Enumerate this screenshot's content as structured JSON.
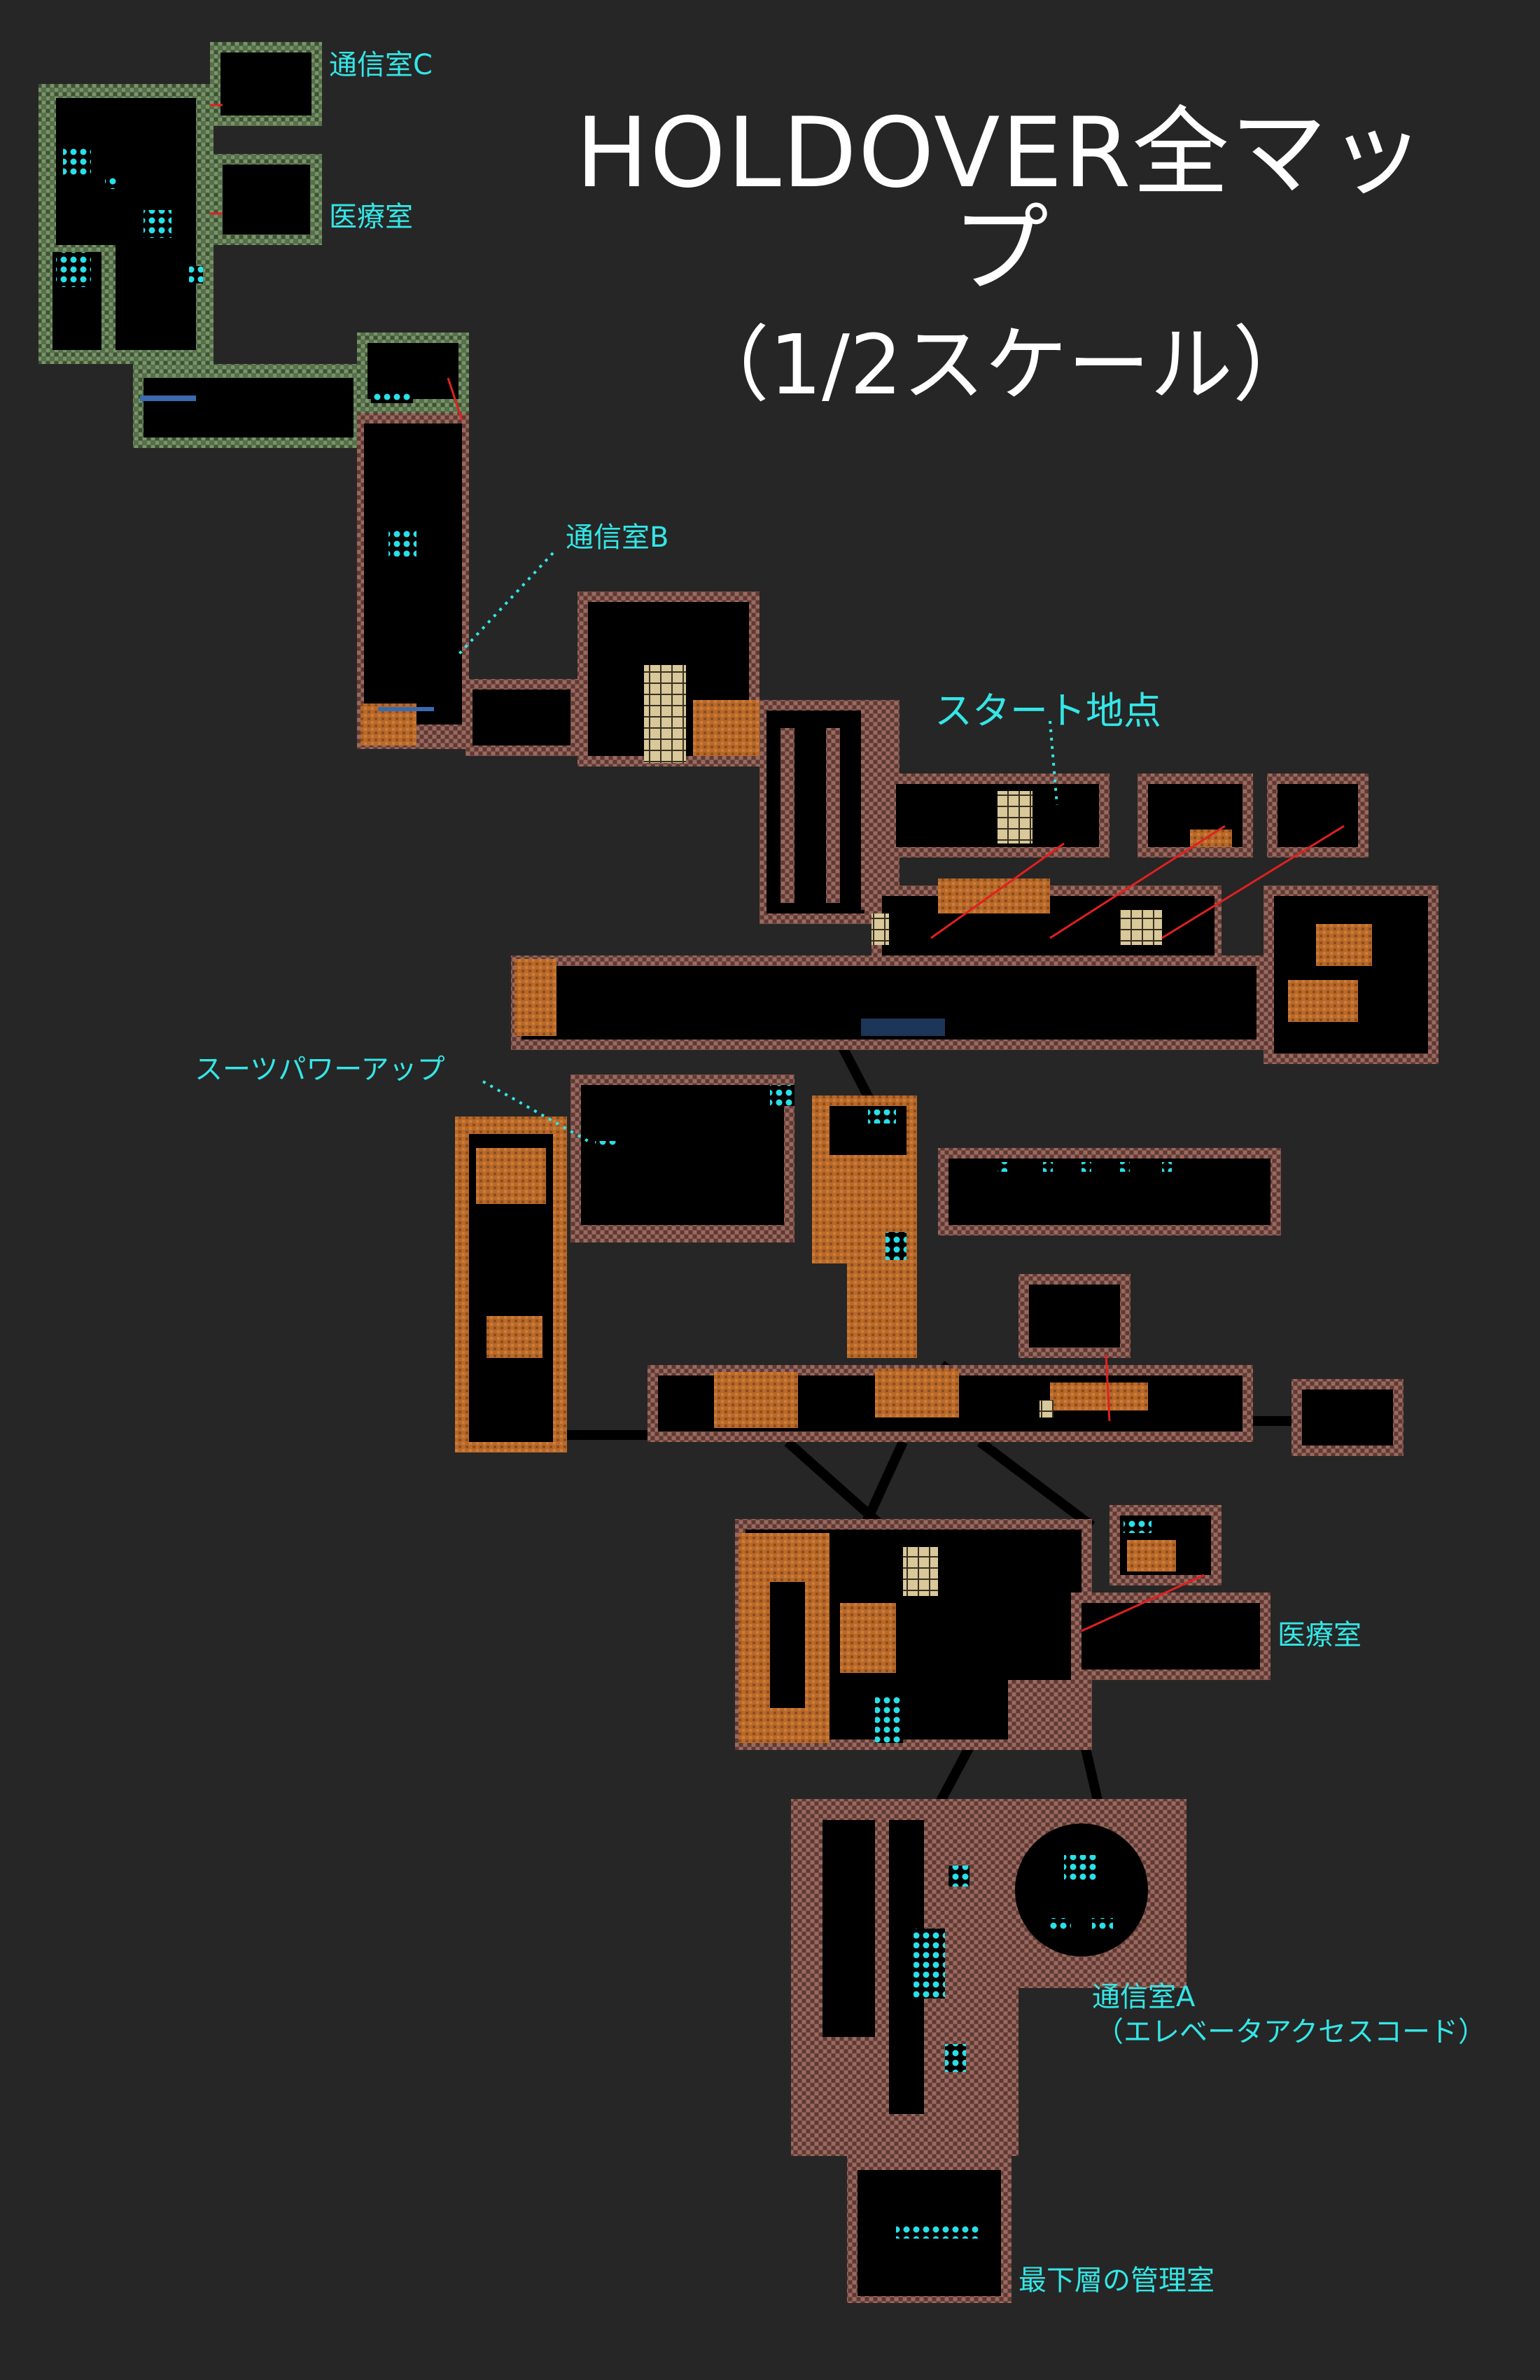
{
  "title": {
    "line1": "HOLDOVER全マップ",
    "line2": "（1/2スケール）"
  },
  "labels": {
    "comm_room_c": "通信室C",
    "medical_room_top": "医療室",
    "comm_room_b": "通信室B",
    "start_point": "スタート地点",
    "suit_power_up": "スーツパワーアップ",
    "medical_room_bottom": "医療室",
    "comm_room_a": "通信室A",
    "elevator_access_code": "（エレベータアクセスコード）",
    "lowest_control_room": "最下層の管理室"
  },
  "colors": {
    "background": "#262626",
    "accent_label": "#35e6e6",
    "title_text": "#ffffff",
    "rock_wall": "#8a5a52",
    "green_wall": "#5f7a55",
    "sand": "#b8692a",
    "room_interior": "#000000",
    "item_dots": "#28e0e8",
    "door_link": "#e02020",
    "block": "#d8c89a",
    "corridor": "#000000"
  }
}
